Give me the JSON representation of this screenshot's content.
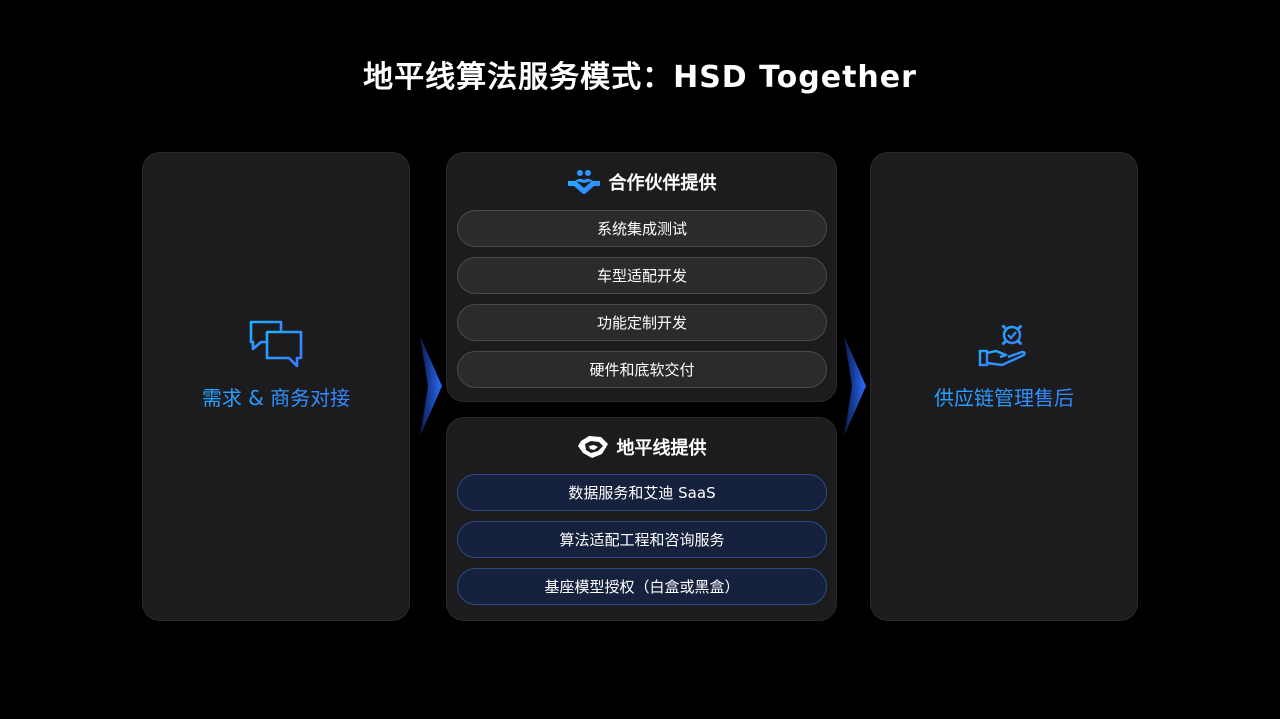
{
  "title": "地平线算法服务模式：HSD Together",
  "left_card": {
    "label": "需求 & 商务对接",
    "icon": "chat-bubbles-icon"
  },
  "right_card": {
    "label": "供应链管理售后",
    "icon": "hand-gear-icon"
  },
  "partner_section": {
    "heading": "合作伙伴提供",
    "icon": "handshake-icon",
    "items": [
      "系统集成测试",
      "车型适配开发",
      "功能定制开发",
      "硬件和底软交付"
    ]
  },
  "horizon_section": {
    "heading": "地平线提供",
    "icon": "horizon-logo-icon",
    "items": [
      "数据服务和艾迪 SaaS",
      "算法适配工程和咨询服务",
      "基座模型授权（白盒或黑盒）"
    ]
  },
  "colors": {
    "accent_cyan": "#1fb0ff",
    "accent_blue": "#3a7bff",
    "card_bg": "#1c1c1e",
    "pill_blue_bg": "#16223d"
  }
}
